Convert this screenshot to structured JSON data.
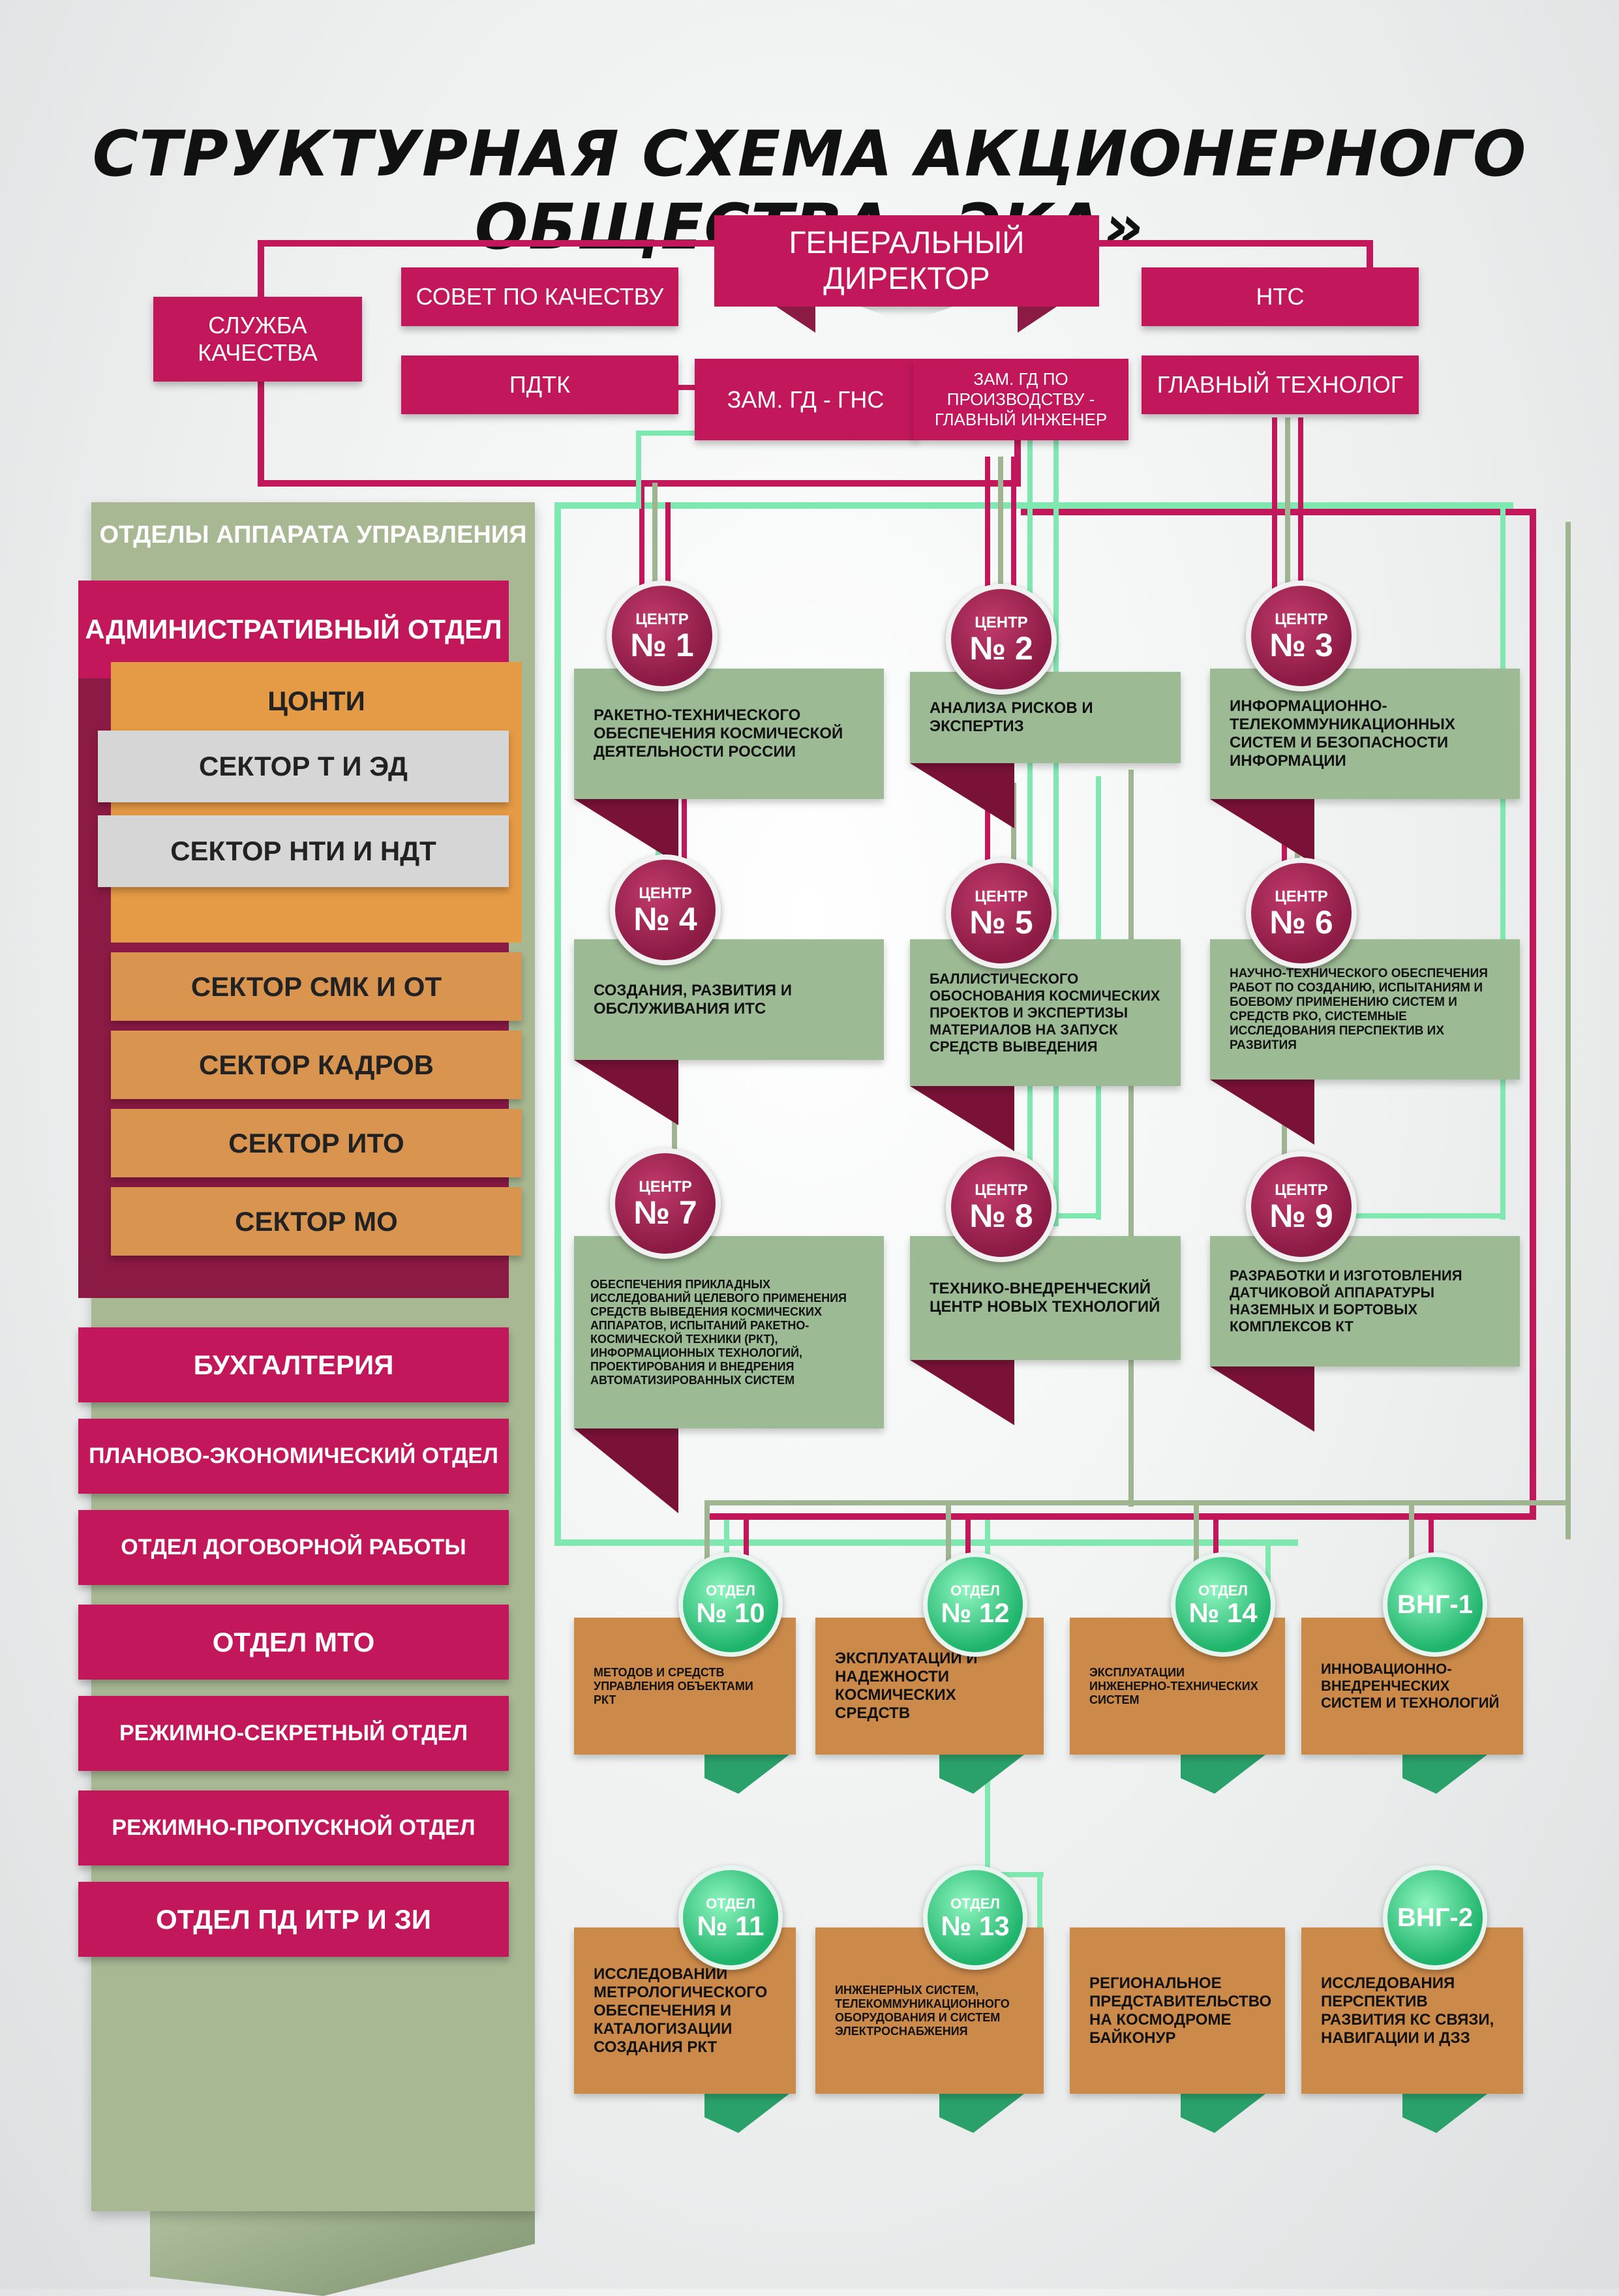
{
  "title": "Структурная схема акционерного общества «ЭКА»",
  "top": {
    "ceo": "Генеральный директор",
    "quality_council": "Совет по качеству",
    "nts": "НТС",
    "quality_service": "Служба качества",
    "pdtk": "ПДТК",
    "deputy_gns": "Зам. ГД - ГНС",
    "deputy_prod_line1": "Зам. ГД по производству -",
    "deputy_prod_line2": "главный инженер",
    "chief_technologist": "Главный технолог"
  },
  "panel": {
    "title": "Отделы аппарата управления",
    "admin": "Административный отдел",
    "conti": "ЦОНТИ",
    "grey_sectors": [
      "Сектор Т и ЭД",
      "Сектор НТИ и НДТ"
    ],
    "orange_sectors": [
      "Сектор СМК и ОТ",
      "Сектор кадров",
      "Сектор ИТО",
      "Сектор МО"
    ],
    "departments": [
      "Бухгалтерия",
      "Планово-экономический отдел",
      "Отдел договорной работы",
      "Отдел МТО",
      "Режимно-секретный отдел",
      "Режимно-пропускной отдел",
      "Отдел ПД ИТР и ЗИ"
    ]
  },
  "centers": [
    {
      "kind": "Центр",
      "num": "№ 1",
      "text": "Ракетно-технического обеспечения космической деятельности России"
    },
    {
      "kind": "Центр",
      "num": "№ 2",
      "text": "Анализа рисков и экспертиз"
    },
    {
      "kind": "Центр",
      "num": "№ 3",
      "text": "Информационно-телекоммуникационных систем и безопасности информации"
    },
    {
      "kind": "Центр",
      "num": "№ 4",
      "text": "Создания, развития и обслуживания ИТС"
    },
    {
      "kind": "Центр",
      "num": "№ 5",
      "text": "Баллистического обоснования космических проектов и экспертизы материалов на запуск средств выведения"
    },
    {
      "kind": "Центр",
      "num": "№ 6",
      "text": "Научно-технического обеспечения работ по созданию, испытаниям и боевому применению систем и средств РКО, системные исследования перспектив их развития"
    },
    {
      "kind": "Центр",
      "num": "№ 7",
      "text": "Обеспечения прикладных исследований целевого применения средств выведения космических аппаратов, испытаний ракетно-космической техники (РКТ), информационных технологий, проектирования и внедрения автоматизированных систем"
    },
    {
      "kind": "Центр",
      "num": "№ 8",
      "text": "Технико-внедренческий центр новых технологий"
    },
    {
      "kind": "Центр",
      "num": "№ 9",
      "text": "Разработки и изготовления датчиковой аппаратуры наземных и бортовых комплексов КТ"
    }
  ],
  "departments": [
    {
      "kind": "Отдел",
      "num": "№ 10",
      "text": "Методов и средств управления объектами РКТ"
    },
    {
      "kind": "Отдел",
      "num": "№ 12",
      "text": "Эксплуатации и надежности космических средств"
    },
    {
      "kind": "Отдел",
      "num": "№ 14",
      "text": "Эксплуатации инженерно-технических систем"
    },
    {
      "kind": "",
      "num": "ВНГ-1",
      "text": "Инновационно-внедренческих систем и технологий"
    },
    {
      "kind": "Отдел",
      "num": "№ 11",
      "text": "Исследований метрологического обеспечения и каталогизации создания РКТ"
    },
    {
      "kind": "Отдел",
      "num": "№ 13",
      "text": "Инженерных систем, телекоммуникационного оборудования и систем электроснабжения"
    },
    {
      "kind": "",
      "num": "",
      "text": "Региональное представительство на космодроме Байконур"
    },
    {
      "kind": "",
      "num": "ВНГ-2",
      "text": "Исследования перспектив развития КС связи, навигации и ДЗЗ"
    }
  ],
  "colors": {
    "magenta": "#c2185b",
    "dark_magenta": "#8b1a45",
    "green_line": "#7fe7b0",
    "sage": "#9cba94",
    "orange": "#cc8a4a",
    "panel": "#a7b893"
  }
}
